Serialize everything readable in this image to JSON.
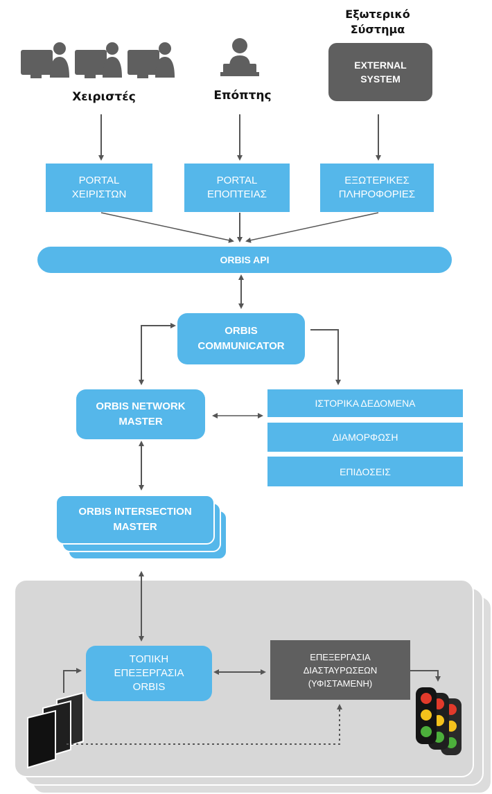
{
  "actors": {
    "operators_label": "Χειριστές",
    "supervisor_label": "Επόπτης",
    "external_label": "Εξωτερικό\nΣύστημα",
    "external_box": "EXTERNAL\nSYSTEM"
  },
  "portals": {
    "operators": "PORTAL\nΧΕΙΡΙΣΤΩΝ",
    "supervision": "PORTAL\nΕΠΟΠΤΕΙΑΣ",
    "external_info": "ΕΞΩΤΕΡΙΚΕΣ\nΠΛΗΡΟΦΟΡΙΕΣ"
  },
  "api": "ORBIS API",
  "communicator": "ORBIS\nCOMMUNICATOR",
  "network_master": "ORBIS NETWORK\nMASTER",
  "data_stack": [
    "ΙΣΤΟΡΙΚΑ ΔΕΔΟΜΕΝΑ",
    "ΔΙΑΜΟΡΦΩΣΗ",
    "ΕΠΙΔΟΣΕΙΣ"
  ],
  "intersection_master": "ORBIS INTERSECTION\nMASTER",
  "local": {
    "processing": "ΤΟΠΙΚΗ\nΕΠΕΞΕΡΓΑΣΙΑ\nORBIS",
    "intersection_processing": "ΕΠΕΞΕΡΓΑΣΙΑ\nΔΙΑΣΤΑΥΡΩΣΕΩΝ\n(ΥΦΙΣΤΑΜΕΝΗ)"
  },
  "colors": {
    "accent_blue": "#55b7ea",
    "dark_gray": "#5f5f5f",
    "panel_gray": "#d7d7d7",
    "arrow": "#555555"
  }
}
